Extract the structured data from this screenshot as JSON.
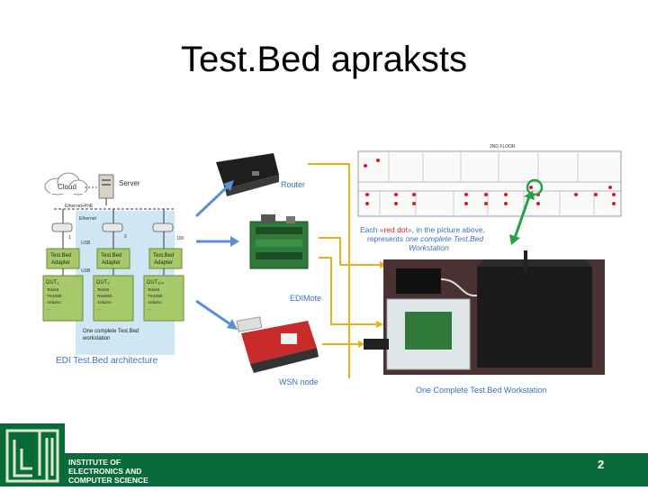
{
  "slide": {
    "title": "Test.Bed apraksts",
    "page_number": "2"
  },
  "logo": {
    "line1": "INSTITUTE OF",
    "line2": "ELECTRONICS AND",
    "line3": "COMPUTER SCIENCE"
  },
  "architecture": {
    "cloud": "Cloud",
    "server": "Server",
    "ethernet_poe": "Ethernet+PoE",
    "ethernet": "Ethernet",
    "usb": "USB",
    "router_1": "1",
    "router_2": "2",
    "router_100": "100",
    "adapter_l1": "Test.Bed",
    "adapter_l2": "Adapter",
    "dut1": "DUT₁",
    "dut2": "DUT₂",
    "dut100": "DUT₁₀₀",
    "dut_items_1": [
      "Telos8",
      "Tm1000",
      "Arduino",
      "..."
    ],
    "dut_items_2": [
      "Telos8",
      "Rasi060",
      "Arduino",
      "..."
    ],
    "dut_items_3": [
      "Telos8",
      "Tm1000",
      "Arduino",
      "..."
    ],
    "workstation_note_1": "One complete Test.Bed",
    "workstation_note_2": "workstation",
    "caption": "EDI Test.Bed architecture"
  },
  "devices": {
    "router": "Router",
    "edimote": "EDIMote",
    "wsn": "WSN node"
  },
  "floorplan": {
    "label": "2ND FLOOR",
    "note_line1_a": "Each «",
    "note_line1_red": "red dot",
    "note_line1_b": "», in the picture above,",
    "note_line2_a": "represents ",
    "note_line2_i": "one complete Test.Bed",
    "note_line3_i": "Workstation"
  },
  "photo": {
    "caption": "One Complete Test.Bed Workstation"
  },
  "colors": {
    "footer": "#0a6b3a",
    "arrow_blue": "#5b8fd1",
    "arrow_yellow": "#e5b21a",
    "arrow_green": "#2aa046",
    "caption_blue": "#3a6fbf",
    "red_dot": "#d0202a",
    "architecture_bg": "#cfe6f5",
    "adapter_fill": "#a7c96a"
  }
}
